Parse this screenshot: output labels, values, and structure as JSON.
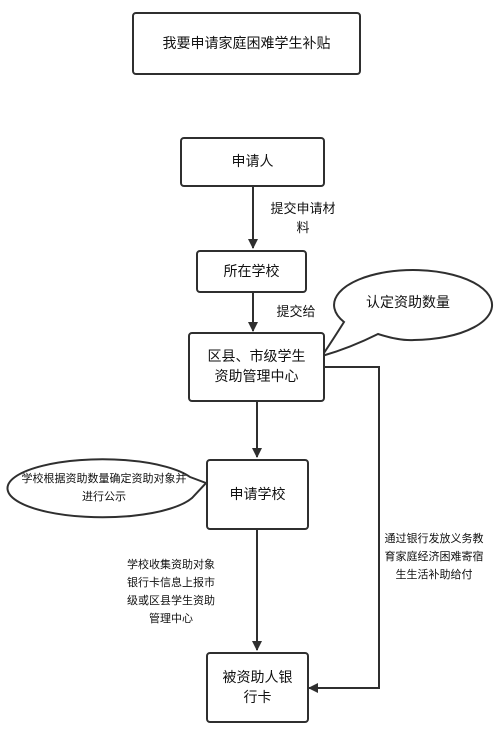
{
  "title": "我要申请家庭困难学生补贴",
  "nodes": {
    "applicant": "申请人",
    "school": "所在学校",
    "center": "区县、市级学生资助管理中心",
    "apply_school": "申请学校",
    "bank_card": "被资助人银行卡"
  },
  "edges": {
    "submit_material": "提交申请材料",
    "submit_to": "提交给",
    "collect_card": "学校收集资助对象银行卡信息上报市级或区县学生资助管理中心",
    "bank_release": "通过银行发放义务教育家庭经济困难寄宿生生活补助给付"
  },
  "notes": {
    "confirm_amount": "认定资助数量",
    "publicize": "学校根据资助数量确定资助对象并进行公示"
  }
}
